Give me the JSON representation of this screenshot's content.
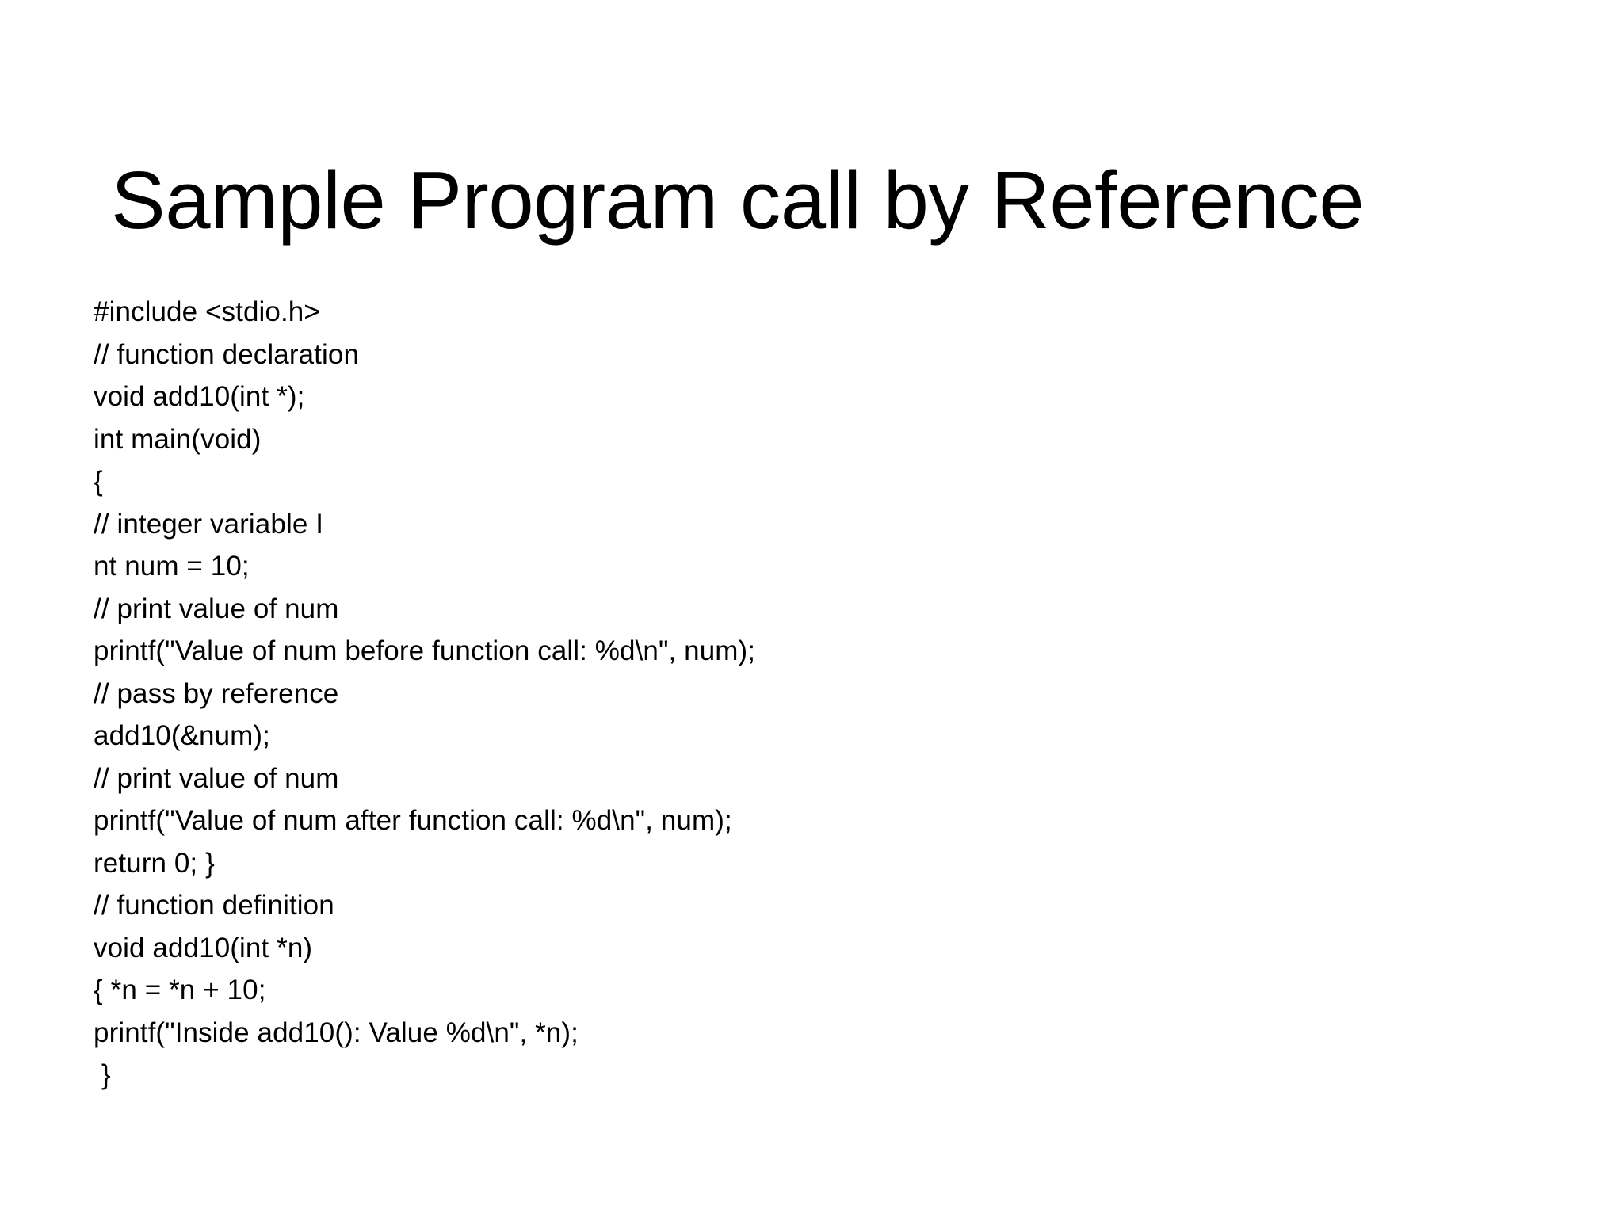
{
  "slide": {
    "title": "Sample Program call by Reference",
    "background_color": "#ffffff",
    "text_color": "#000000",
    "code_lines": [
      "#include <stdio.h>",
      "// function declaration",
      "void add10(int *);",
      "int main(void)",
      "{",
      "// integer variable I",
      "nt num = 10;",
      "// print value of num",
      "printf(\"Value of num before function call: %d\\n\", num);",
      "// pass by reference",
      "add10(&num);",
      "// print value of num",
      "printf(\"Value of num after function call: %d\\n\", num);",
      "return 0; }",
      "// function definition",
      "void add10(int *n)",
      "{ *n = *n + 10;",
      "printf(\"Inside add10(): Value %d\\n\", *n);",
      " }"
    ]
  }
}
